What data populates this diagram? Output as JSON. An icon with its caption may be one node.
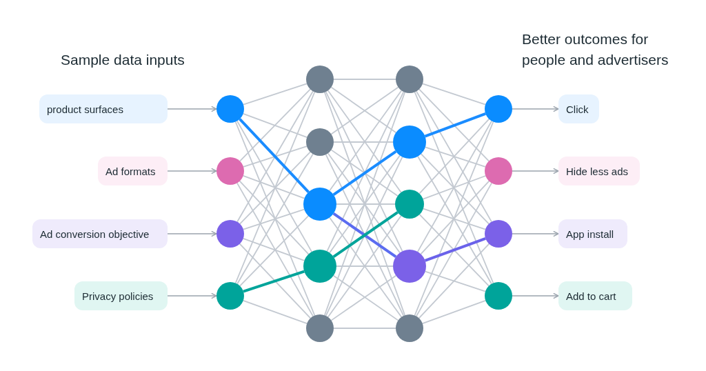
{
  "diagram": {
    "nodes": [
      {
        "text": [
          "product surfaces"
        ]
      },
      {
        "text": [
          "Ad formats"
        ]
      },
      {
        "text": [
          "Ad conversion objective"
        ]
      },
      {
        "text": [
          "Privacy policies"
        ]
      },
      {
        "text": [],
        "shape": "circle"
      },
      {
        "text": [],
        "shape": "circle"
      },
      {
        "text": [],
        "shape": "circle"
      },
      {
        "text": [],
        "shape": "circle"
      },
      {
        "text": [],
        "shape": "circle"
      },
      {
        "text": [],
        "shape": "circle"
      },
      {
        "text": [],
        "shape": "circle"
      },
      {
        "text": [],
        "shape": "circle"
      },
      {
        "text": [],
        "shape": "circle"
      },
      {
        "text": [],
        "shape": "circle"
      },
      {
        "text": [],
        "shape": "circle"
      },
      {
        "text": [],
        "shape": "circle"
      },
      {
        "text": [],
        "shape": "circle"
      },
      {
        "text": [],
        "shape": "circle"
      },
      {
        "text": [],
        "shape": "circle"
      },
      {
        "text": [],
        "shape": "circle"
      },
      {
        "text": [],
        "shape": "circle"
      },
      {
        "text": [],
        "shape": "circle"
      },
      {
        "text": [
          "Click"
        ]
      },
      {
        "text": [
          "Hide less ads"
        ]
      },
      {
        "text": [
          "App install"
        ]
      },
      {
        "text": [
          "Add to cart"
        ]
      }
    ],
    "edges": [
      {
        "from": 0,
        "to": 4,
        "arrow": "to"
      },
      {
        "from": 1,
        "to": 5,
        "arrow": "to"
      },
      {
        "from": 2,
        "to": 6,
        "arrow": "to"
      },
      {
        "from": 3,
        "to": 7,
        "arrow": "to"
      },
      {
        "from": 4,
        "to": 8,
        "arrow": "none"
      },
      {
        "from": 4,
        "to": 9,
        "arrow": "none"
      },
      {
        "from": 4,
        "to": 10,
        "arrow": "none",
        "style": "thick",
        "color": "#1a8cff"
      },
      {
        "from": 4,
        "to": 11,
        "arrow": "none"
      },
      {
        "from": 4,
        "to": 12,
        "arrow": "none"
      },
      {
        "from": 5,
        "to": 8,
        "arrow": "none"
      },
      {
        "from": 5,
        "to": 9,
        "arrow": "none"
      },
      {
        "from": 5,
        "to": 10,
        "arrow": "none"
      },
      {
        "from": 5,
        "to": 11,
        "arrow": "none"
      },
      {
        "from": 5,
        "to": 12,
        "arrow": "none"
      },
      {
        "from": 6,
        "to": 8,
        "arrow": "none"
      },
      {
        "from": 6,
        "to": 9,
        "arrow": "none"
      },
      {
        "from": 6,
        "to": 10,
        "arrow": "none"
      },
      {
        "from": 6,
        "to": 11,
        "arrow": "none"
      },
      {
        "from": 6,
        "to": 12,
        "arrow": "none"
      },
      {
        "from": 7,
        "to": 8,
        "arrow": "none"
      },
      {
        "from": 7,
        "to": 9,
        "arrow": "none"
      },
      {
        "from": 7,
        "to": 10,
        "arrow": "none"
      },
      {
        "from": 7,
        "to": 11,
        "arrow": "none",
        "style": "thick",
        "color": "#00a49a"
      },
      {
        "from": 7,
        "to": 12,
        "arrow": "none"
      },
      {
        "from": 8,
        "to": 13,
        "arrow": "none"
      },
      {
        "from": 8,
        "to": 14,
        "arrow": "none"
      },
      {
        "from": 8,
        "to": 15,
        "arrow": "none"
      },
      {
        "from": 8,
        "to": 16,
        "arrow": "none"
      },
      {
        "from": 8,
        "to": 17,
        "arrow": "none"
      },
      {
        "from": 9,
        "to": 13,
        "arrow": "none"
      },
      {
        "from": 9,
        "to": 14,
        "arrow": "none"
      },
      {
        "from": 9,
        "to": 15,
        "arrow": "none"
      },
      {
        "from": 9,
        "to": 16,
        "arrow": "none"
      },
      {
        "from": 9,
        "to": 17,
        "arrow": "none"
      },
      {
        "from": 10,
        "to": 13,
        "arrow": "none"
      },
      {
        "from": 10,
        "to": 14,
        "arrow": "none",
        "style": "thick",
        "color": "#1a8cff"
      },
      {
        "from": 10,
        "to": 15,
        "arrow": "none"
      },
      {
        "from": 10,
        "to": 16,
        "arrow": "none",
        "style": "thick",
        "color": "#5b6cf0"
      },
      {
        "from": 10,
        "to": 17,
        "arrow": "none"
      },
      {
        "from": 11,
        "to": 13,
        "arrow": "none"
      },
      {
        "from": 11,
        "to": 14,
        "arrow": "none"
      },
      {
        "from": 11,
        "to": 15,
        "arrow": "none",
        "style": "thick",
        "color": "#00a49a"
      },
      {
        "from": 11,
        "to": 16,
        "arrow": "none"
      },
      {
        "from": 11,
        "to": 17,
        "arrow": "none"
      },
      {
        "from": 12,
        "to": 13,
        "arrow": "none"
      },
      {
        "from": 12,
        "to": 14,
        "arrow": "none"
      },
      {
        "from": 12,
        "to": 15,
        "arrow": "none"
      },
      {
        "from": 12,
        "to": 16,
        "arrow": "none"
      },
      {
        "from": 12,
        "to": 17,
        "arrow": "none"
      },
      {
        "from": 13,
        "to": 18,
        "arrow": "none"
      },
      {
        "from": 13,
        "to": 19,
        "arrow": "none"
      },
      {
        "from": 13,
        "to": 20,
        "arrow": "none"
      },
      {
        "from": 13,
        "to": 21,
        "arrow": "none"
      },
      {
        "from": 14,
        "to": 18,
        "arrow": "none",
        "style": "thick",
        "color": "#1a8cff"
      },
      {
        "from": 14,
        "to": 19,
        "arrow": "none"
      },
      {
        "from": 14,
        "to": 20,
        "arrow": "none"
      },
      {
        "from": 14,
        "to": 21,
        "arrow": "none"
      },
      {
        "from": 15,
        "to": 18,
        "arrow": "none"
      },
      {
        "from": 15,
        "to": 19,
        "arrow": "none"
      },
      {
        "from": 15,
        "to": 20,
        "arrow": "none"
      },
      {
        "from": 15,
        "to": 21,
        "arrow": "none"
      },
      {
        "from": 16,
        "to": 18,
        "arrow": "none"
      },
      {
        "from": 16,
        "to": 19,
        "arrow": "none"
      },
      {
        "from": 16,
        "to": 20,
        "arrow": "none",
        "style": "thick",
        "color": "#6a62ea"
      },
      {
        "from": 16,
        "to": 21,
        "arrow": "none"
      },
      {
        "from": 17,
        "to": 18,
        "arrow": "none"
      },
      {
        "from": 17,
        "to": 19,
        "arrow": "none"
      },
      {
        "from": 17,
        "to": 20,
        "arrow": "none"
      },
      {
        "from": 17,
        "to": 21,
        "arrow": "none"
      },
      {
        "from": 18,
        "to": 22,
        "arrow": "to"
      },
      {
        "from": 19,
        "to": 23,
        "arrow": "to"
      },
      {
        "from": 20,
        "to": 24,
        "arrow": "to"
      },
      {
        "from": 21,
        "to": 25,
        "arrow": "to"
      }
    ],
    "labels": [
      "Sample data inputs",
      "Better outcomes for people and advertisers"
    ]
  }
}
